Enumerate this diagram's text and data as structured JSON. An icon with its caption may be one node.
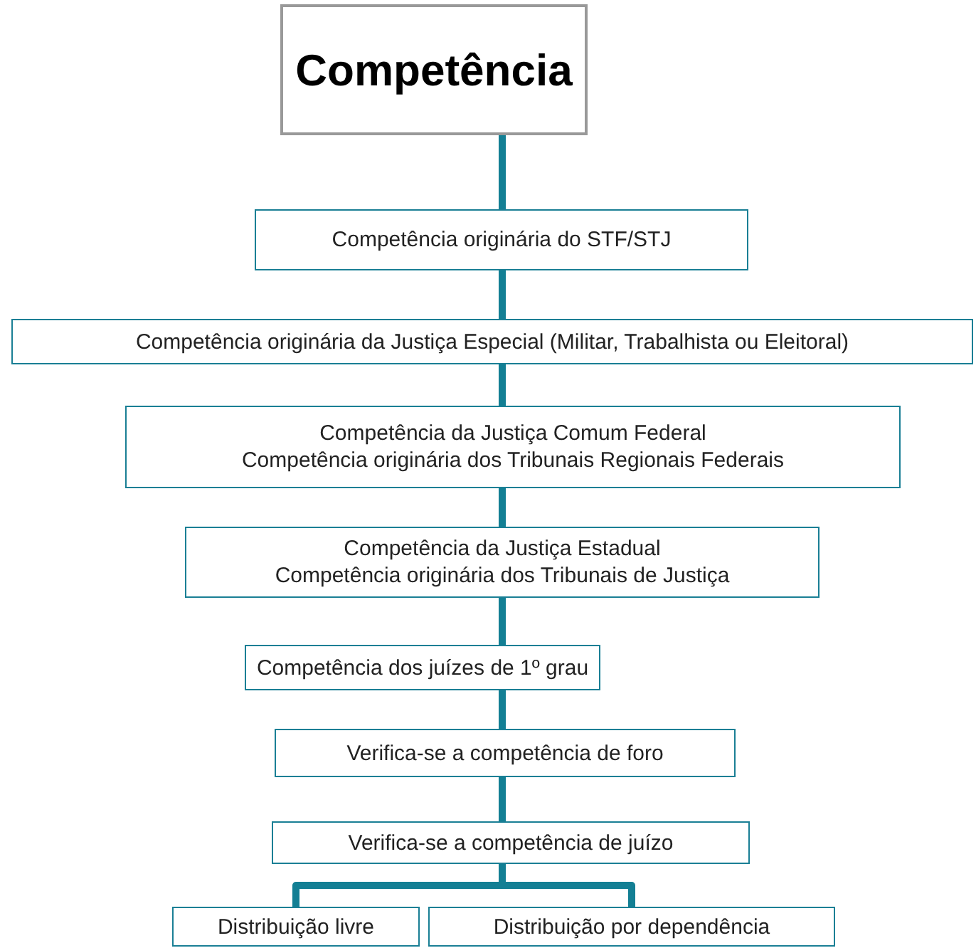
{
  "diagram": {
    "nodes": [
      {
        "text": [
          "Competência"
        ]
      },
      {
        "text": [
          "Competência originária do STF/STJ"
        ]
      },
      {
        "text": [
          "Competência originária da Justiça Especial (Militar, Trabalhista ou Eleitoral)"
        ]
      },
      {
        "text": [
          "Competência da Justiça Comum Federal",
          "Competência originária dos Tribunais Regionais Federais"
        ]
      },
      {
        "text": [
          "Competência da Justiça Estadual",
          "Competência originária dos Tribunais de Justiça"
        ]
      },
      {
        "text": [
          "Competência dos juízes de 1º grau"
        ]
      },
      {
        "text": [
          "Verifica-se a competência de foro"
        ]
      },
      {
        "text": [
          "Verifica-se a competência de juízo"
        ]
      },
      {
        "text": [
          "Distribuição livre"
        ]
      },
      {
        "text": [
          "Distribuição por dependência"
        ]
      }
    ],
    "edges": [
      {
        "from": 0,
        "to": 1,
        "arrow": "none"
      },
      {
        "from": 1,
        "to": 2,
        "arrow": "none"
      },
      {
        "from": 2,
        "to": 3,
        "arrow": "none"
      },
      {
        "from": 3,
        "to": 4,
        "arrow": "none"
      },
      {
        "from": 4,
        "to": 5,
        "arrow": "none"
      },
      {
        "from": 5,
        "to": 6,
        "arrow": "none"
      },
      {
        "from": 6,
        "to": 7,
        "arrow": "none"
      },
      {
        "from": 7,
        "to": 8,
        "arrow": "none"
      },
      {
        "from": 7,
        "to": 9,
        "arrow": "none"
      }
    ]
  }
}
